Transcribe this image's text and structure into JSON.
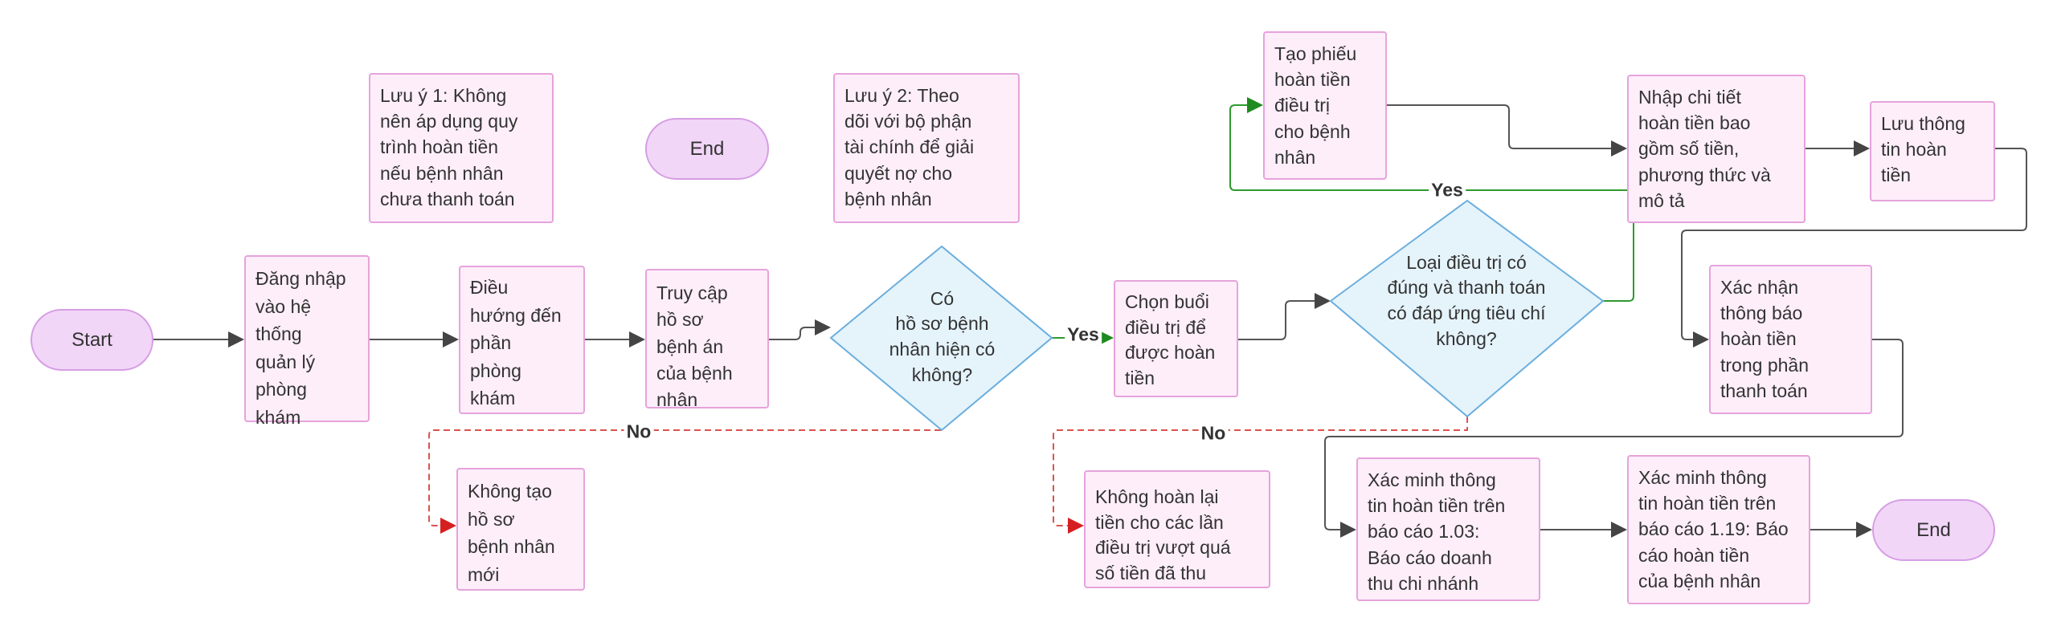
{
  "nodes": {
    "start": "Start",
    "login": "Đăng nhập\nvào hệ\nthống\nquản lý\nphòng\nkhám",
    "navigate": "Điều\nhướng đến\nphần\nphòng\nkhám",
    "access": "Truy cập\nhồ sơ\nbệnh án\ncủa bệnh\nnhân",
    "decision_record": "Có\nhồ sơ bệnh\nnhân hiện có\nkhông?",
    "no_record": "Không tạo\nhồ sơ\nbệnh nhân\nmới",
    "choose_session": "Chọn buổi\nđiều trị để\nđược hoàn\ntiền",
    "decision_treatment": "Loại điều trị có\nđúng và thanh toán\ncó đáp ứng tiêu chí\nkhông?",
    "no_refund": "Không hoàn lại\ntiền cho các lần\nđiều trị vượt quá\nsố tiền đã thu",
    "create_slip": "Tạo phiếu\nhoàn tiền\nđiều trị\ncho bệnh\nnhân",
    "enter_details": "Nhập chi tiết\nhoàn tiền bao\ngồm số tiền,\nphương thức và\nmô tả",
    "save_info": "Lưu thông\ntin hoàn\ntiền",
    "confirm_notice": "Xác nhận\nthông báo\nhoàn tiền\ntrong phần\nthanh toán",
    "verify_103": "Xác minh thông\ntin hoàn tiền trên\nbáo cáo 1.03:\nBáo cáo doanh\nthu chi nhánh",
    "verify_119": "Xác minh thông\ntin hoàn tiền trên\nbáo cáo 1.19: Báo\ncáo hoàn tiền\ncủa bệnh nhân",
    "end_main": "End",
    "end_top": "End",
    "note1": "Lưu ý 1: Không\nnên áp dụng quy\ntrình hoàn tiền\nnếu bệnh nhân\nchưa thanh toán",
    "note2": "Lưu ý 2: Theo\ndõi với bộ phận\ntài chính để giải\nquyết nợ cho\nbệnh nhân"
  },
  "edge_labels": {
    "yes1": "Yes",
    "no1": "No",
    "yes2": "Yes",
    "no2": "No"
  },
  "colors": {
    "node_fill": "#fdeefa",
    "node_border": "#e6a3dc",
    "terminal_fill": "#f1d6f7",
    "decision_fill": "#e5f3fb",
    "decision_border": "#6aaede",
    "yes_edge": "#2e9a2e",
    "no_edge": "#d9534f",
    "edge": "#555555"
  }
}
